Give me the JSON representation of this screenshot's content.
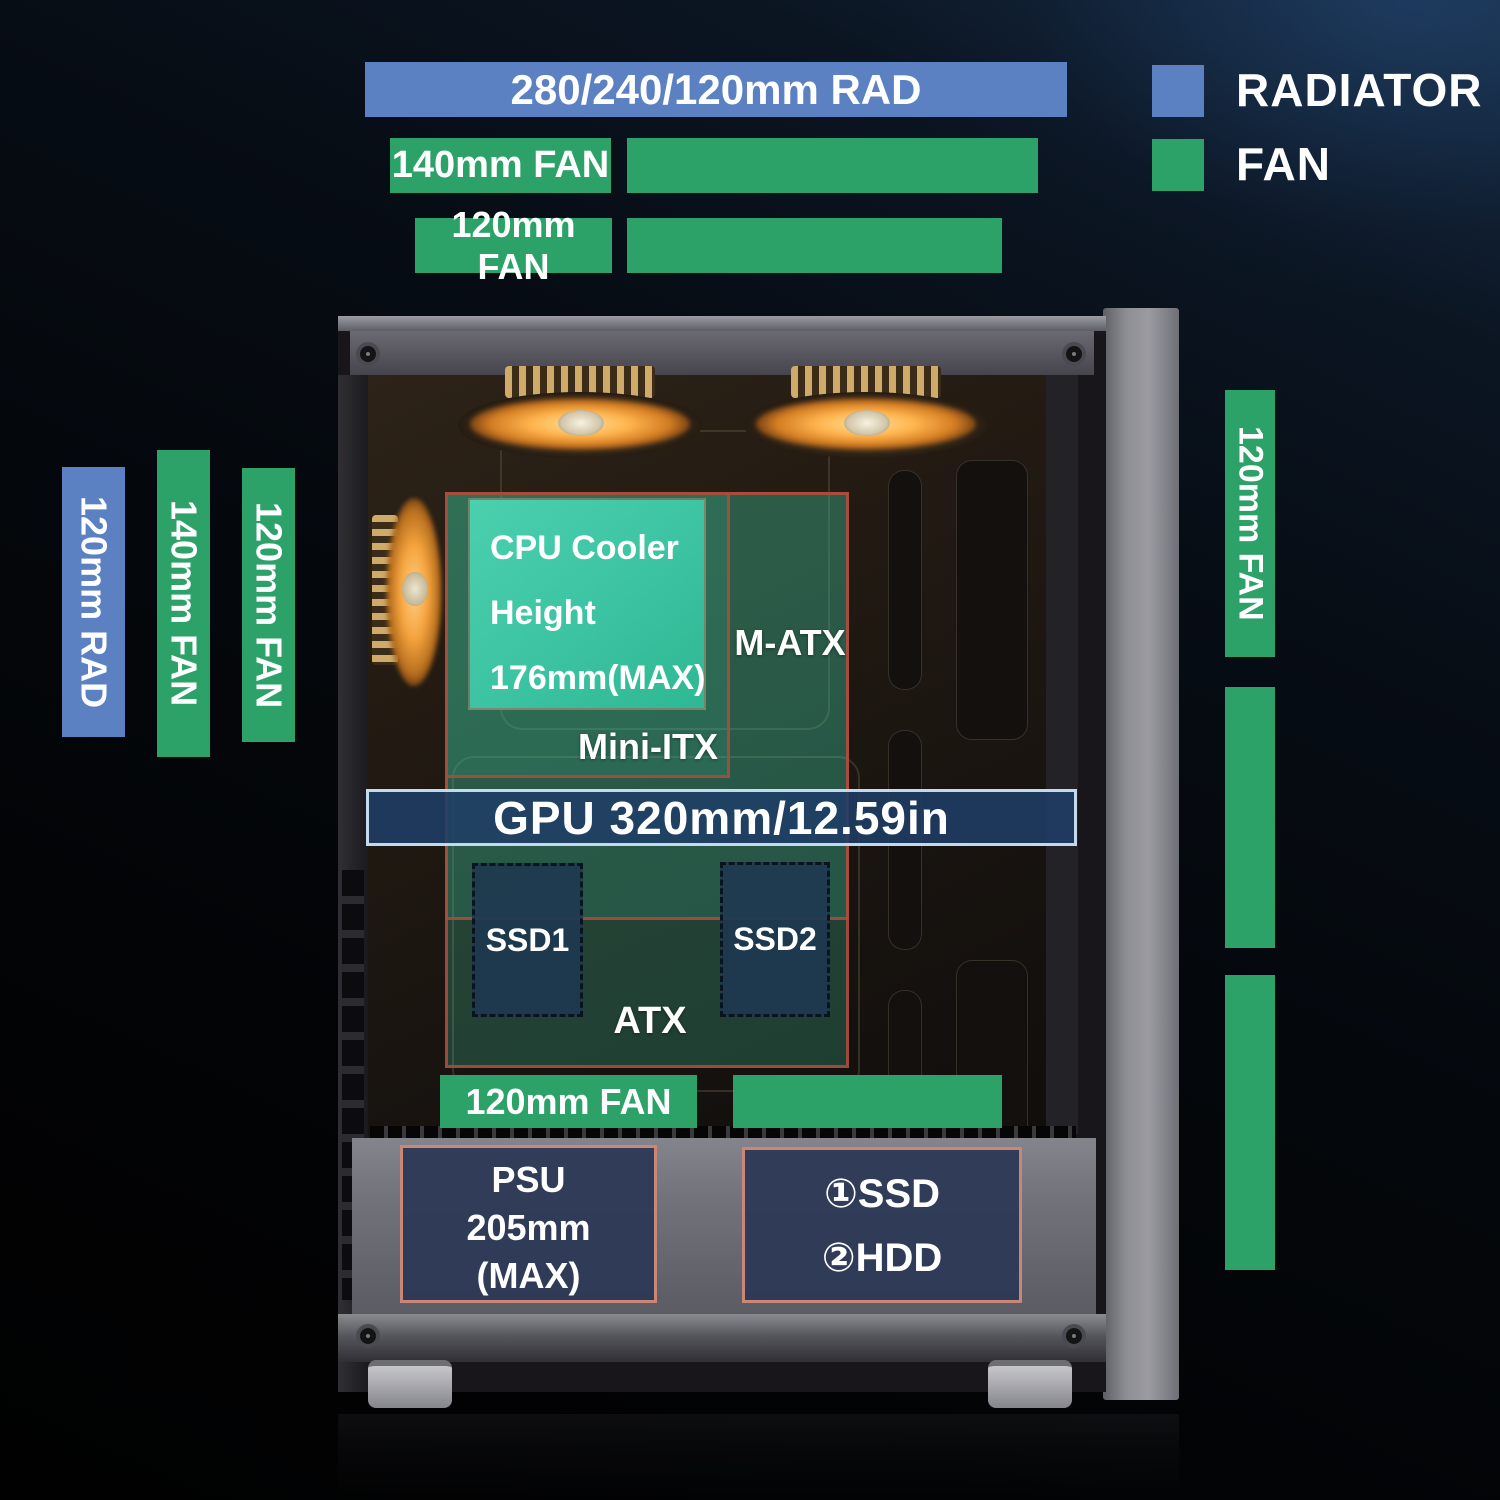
{
  "colors": {
    "fan_green": "#2ca269",
    "radiator_blue": "#5b81c2",
    "overlay_teal": "#3ec7a6",
    "gpu_bar_blue": "#1f3e66",
    "box_navy": "#2d3856",
    "outline_red": "#a94b3d"
  },
  "legend": {
    "radiator": "RADIATOR",
    "fan": "FAN"
  },
  "top": {
    "radiator_bar": "280/240/120mm RAD",
    "fan_140_bar": "140mm FAN",
    "fan_120_bar": "120mm FAN"
  },
  "left": {
    "radiator_bar": "120mm RAD",
    "fan_140_bar": "140mm FAN",
    "fan_120_bar": "120mm FAN"
  },
  "right": {
    "fan_120_bar": "120mm FAN"
  },
  "interior": {
    "cpu_cooler_line1": "CPU Cooler",
    "cpu_cooler_line2": "Height",
    "cpu_cooler_line3": "176mm(MAX)",
    "matx_label": "M-ATX",
    "mini_itx_label": "Mini-ITX",
    "atx_label": "ATX",
    "gpu_label": "GPU 320mm/12.59in",
    "ssd1_label": "SSD1",
    "ssd2_label": "SSD2",
    "bottom_fan_label": "120mm FAN",
    "psu_line1": "PSU",
    "psu_line2": "205mm",
    "psu_line3": "(MAX)",
    "bay_line1": "①SSD",
    "bay_line2": "②HDD"
  }
}
